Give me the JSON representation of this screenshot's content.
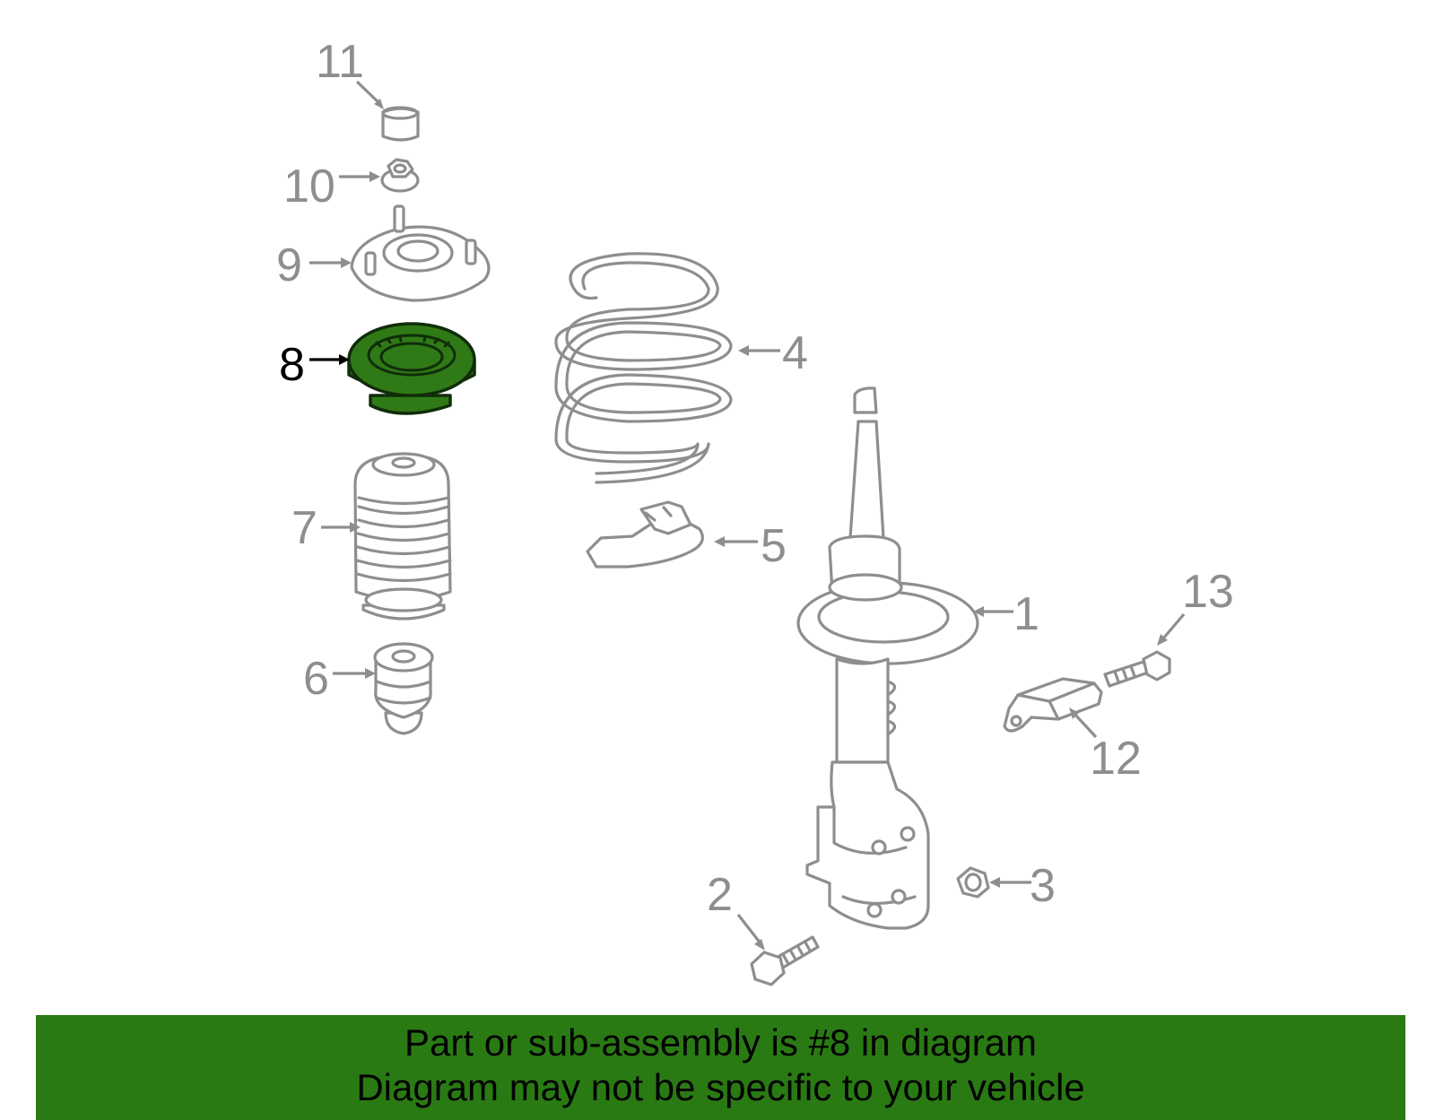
{
  "diagram": {
    "selected_part": "8",
    "highlight_color": "#2f7a16",
    "callouts": [
      "1",
      "2",
      "3",
      "4",
      "5",
      "6",
      "7",
      "8",
      "9",
      "10",
      "11",
      "12",
      "13"
    ]
  },
  "banner": {
    "line1": "Part or sub-assembly is #8 in diagram",
    "line2": "Diagram may not be specific to your vehicle",
    "background": "#2a7a14"
  }
}
